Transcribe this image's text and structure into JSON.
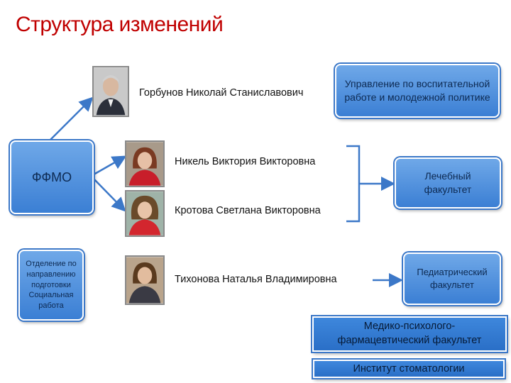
{
  "title": "Структура изменений",
  "boxes": {
    "ffmo": "ФФМО",
    "department": "Отделение по направлению подготовки Социальная работа",
    "management": "Управление по воспитательной работе и молодежной политике",
    "medical": "Лечебный факультет",
    "pediatric": "Педиатрический факультет",
    "medpsych": "Медико-психолого-фармацевтический факультет",
    "dentistry": "Институт стоматологии"
  },
  "people": {
    "gorbunov": "Горбунов Николай Станиславович",
    "nikel": "Никель Виктория Викторовна",
    "krotova": "Кротова Светлана Викторовна",
    "tikhonova": "Тихонова Наталья Владимировна"
  },
  "colors": {
    "title": "#c00000",
    "box_fill_top": "#6fa8e8",
    "box_fill_bottom": "#3b7fd4",
    "arrow": "#3c78c8"
  }
}
